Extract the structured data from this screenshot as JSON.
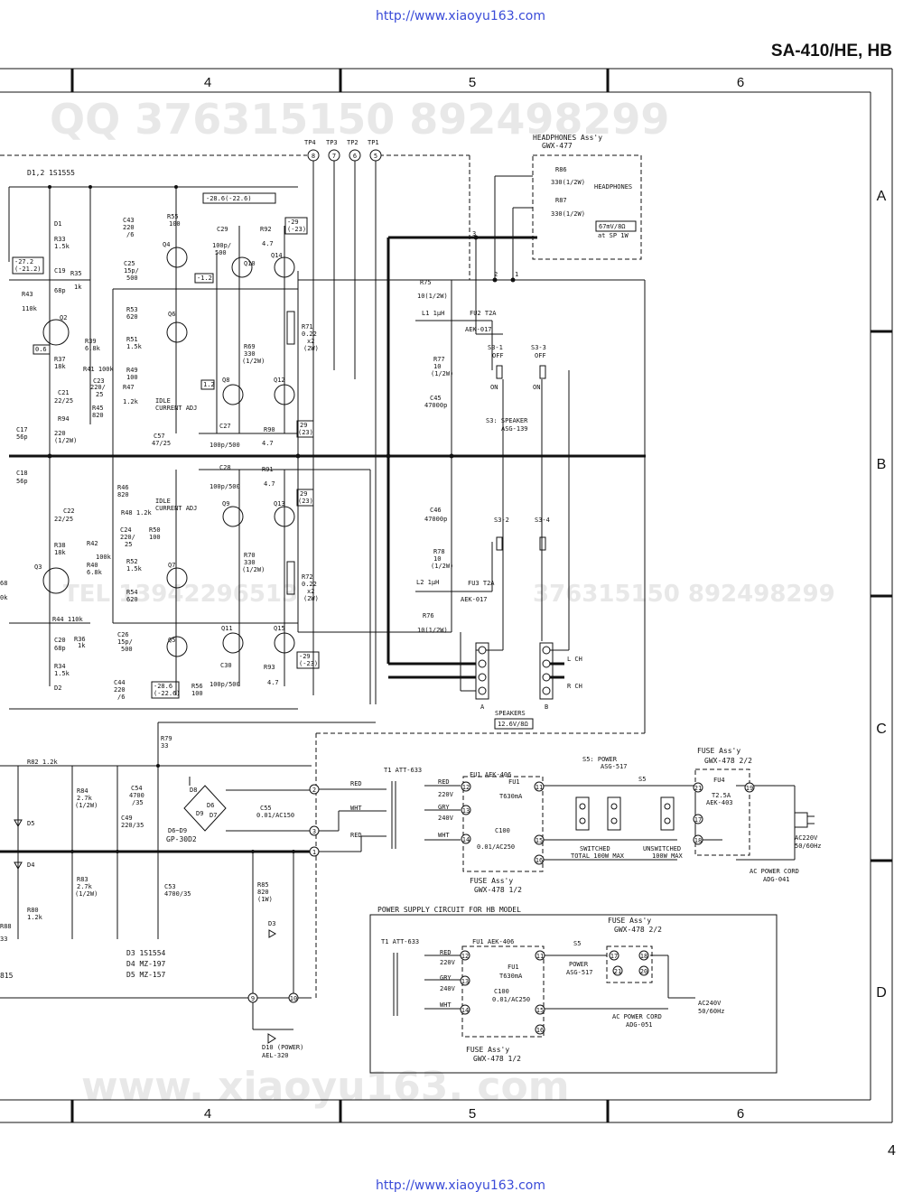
{
  "header": {
    "url_top": "http://www.xiaoyu163.com",
    "url_bottom": "http://www.xiaoyu163.com",
    "model": "SA-410/HE, HB",
    "page_number": "4"
  },
  "watermarks": {
    "qq": "QQ 376315150   892498299",
    "site": "www. xiaoyu163. com",
    "mid_right": "376315150  892498299",
    "mid_left": "TEL 13942296513"
  },
  "zones": {
    "columns": [
      "4",
      "5",
      "6"
    ],
    "rows": [
      "A",
      "B",
      "C",
      "D"
    ]
  },
  "labels": {
    "tp4": "TP4",
    "tp3": "TP3",
    "tp2": "TP2",
    "tp1": "TP1",
    "tp4n": "8",
    "tp3n": "7",
    "tp2n": "6",
    "tp1n": "5",
    "d12": "D1,2 1S1555",
    "headphones_title": "HEADPHONES Ass'y",
    "headphones_part": "GWX-477",
    "r86": "R86",
    "r86v": "330(1/2W)",
    "r87": "R87",
    "r87v": "330(1/2W)",
    "headphones": "HEADPHONES",
    "hp_spec": "67mV/8Ω",
    "hp_spec2": "at SP 1W",
    "d1": "D1",
    "r33": "R33",
    "r33v": "1.5k",
    "c43": "C43",
    "c43v": "220",
    "c43v2": "/6",
    "r55": "R55",
    "r55v": "100",
    "v286": "-28.6(-22.6)",
    "c29": "C29",
    "c29v": "100p/",
    "c29v2": "500",
    "r92": "R92",
    "r92v": "4.7",
    "v29a": "-29",
    "v29b": "(-23)",
    "q4": "Q4",
    "q10": "Q10",
    "q14": "Q14",
    "c25": "C25",
    "c25v": "15p/",
    "c25v2": "500",
    "v12a": "-1.2",
    "v272": "-27.2",
    "v212": "(-21.2)",
    "c19": "C19",
    "c19v": "68p",
    "r35": "R35",
    "r35v": "1k",
    "r43": "R43",
    "r43v": "110k",
    "q2": "Q2",
    "v06": "0.6",
    "r39": "R39",
    "r39v": "6.8k",
    "r37": "R37",
    "r37v": "18k",
    "r53": "R53",
    "r53v": "620",
    "q6": "Q6",
    "r51": "R51",
    "r51v": "1.5k",
    "r49": "R49",
    "r49v": "100",
    "r41": "R41 100k",
    "c23": "C23",
    "c23v": "220/",
    "c23v2": "25",
    "r47": "R47",
    "r47v": "1.2k",
    "c21": "C21",
    "c21v": "22/25",
    "r45": "R45",
    "r45v": "820",
    "idle1": "IDLE",
    "idle1b": "CURRENT ADJ",
    "v12b": "1.2",
    "q8": "Q8",
    "q12": "Q12",
    "r69": "R69",
    "r69v": "330",
    "r69v2": "(1/2W)",
    "r71": "R71",
    "r71v": "0.22",
    "r71v2": "x2",
    "r71v3": "(2W)",
    "c17": "C17",
    "c17v": "56p",
    "r94": "R94",
    "r94v": "220",
    "r94v2": "(1/2W)",
    "c57": "C57",
    "c57v": "47/25",
    "c27": "C27",
    "c27v": "100p/500",
    "r90": "R90",
    "r90v": "4.7",
    "v29c": "29",
    "v29d": "(23)",
    "c18": "C18",
    "c18v": "56p",
    "c28": "C28",
    "c28v": "100p/500",
    "r91": "R91",
    "r91v": "4.7",
    "r46": "R46",
    "r46v": "820",
    "idle2": "IDLE",
    "idle2b": "CURRENT ADJ",
    "c22": "C22",
    "c22v": "22/25",
    "r48": "R48 1.2k",
    "q9": "Q9",
    "q13": "Q13",
    "v29e": "29",
    "v29f": "(23)",
    "r50": "R50",
    "r50v": "100",
    "c24": "C24",
    "c24v": "220/",
    "c24v2": "25",
    "r38": "R38",
    "r38v": "18k",
    "r42": "R42",
    "r42v": "100k",
    "r40": "R40",
    "r40v": "6.8k",
    "r52": "R52",
    "r52v": "1.5k",
    "q7": "Q7",
    "r70": "R70",
    "r70v": "330",
    "r70v2": "(1/2W)",
    "r72": "R72",
    "r72v": "0.22",
    "r72v2": "x2",
    "r72v3": "(2W)",
    "q3": "Q3",
    "r54": "R54",
    "r54v": "620",
    "r44": "R44 110k",
    "c20": "C20",
    "c20v": "68p",
    "r36": "R36",
    "r36v": "1k",
    "c26": "C26",
    "c26v": "15p/",
    "c26v2": "500",
    "q5": "Q5",
    "q11": "Q11",
    "q15": "Q15",
    "v29g": "-29",
    "v29h": "(-23)",
    "r34": "R34",
    "r34v": "1.5k",
    "c30": "C30",
    "c30v": "100p/500",
    "r93": "R93",
    "r93v": "4.7",
    "c44": "C44",
    "c44v": "220",
    "c44v2": "/6",
    "v286b": "-28.6",
    "v226b": "(-22.6)",
    "r56": "R56",
    "r56v": "100",
    "d2": "D2",
    "r75": "R75",
    "r75v": "10(1/2W)",
    "l1": "L1 1μH",
    "fu2": "FU2 T2A",
    "aek017a": "AEK-017",
    "r77": "R77",
    "r77v": "10",
    "r77v2": "(1/2W)",
    "c45": "C45",
    "c45v": "47000p",
    "s31": "S3-1",
    "s31off": "OFF",
    "s31on": "ON",
    "s33": "S3-3",
    "s33off": "OFF",
    "s33on": "ON",
    "s3": "S3: SPEAKER",
    "s3p": "ASG-139",
    "c46": "C46",
    "c46v": "47000p",
    "s32": "S3-2",
    "s34": "S3-4",
    "r78": "R78",
    "r78v": "10",
    "r78v2": "(1/2W)",
    "l2": "L2 1μH",
    "fu3": "FU3 T2A",
    "aek017b": "AEK-017",
    "r76": "R76",
    "r76v": "10(1/2W)",
    "lch": "L CH",
    "rch": "R CH",
    "spa": "A",
    "spb": "B",
    "speakers": "SPEAKERS",
    "sp_spec": "12.6V/8Ω",
    "hpn3": "3",
    "hpn2": "2",
    "hpn1": "1",
    "r79": "R79",
    "r79v": "33",
    "r82": "R82 1.2k",
    "r84": "R84",
    "r84v": "2.7k",
    "r84v2": "(1/2W)",
    "c54": "C54",
    "c54v": "4700",
    "c54v2": "/35",
    "c49": "C49",
    "c49v": "220/35",
    "d5": "D5",
    "d8": "D8",
    "d6": "D6",
    "d9": "D9",
    "d7": "D7",
    "d69": "D6~D9",
    "gp30d2": "GP-30D2",
    "c55": "C55",
    "c55v": "0.01/AC150",
    "d4": "D4",
    "r83": "R83",
    "r83v": "2.7k",
    "r83v2": "(1/2W)",
    "c53": "C53",
    "c53v": "4700/35",
    "r80": "R80",
    "r80v": "1.2k",
    "r85": "R85",
    "r85v": "820",
    "r85v2": "(1W)",
    "d3": "D3",
    "d3p": "D3 1S1554",
    "d4p": "D4 MZ-197",
    "d5p": "D5 MZ-157",
    "d10": "D10 (POWER)",
    "d10p": "AEL-320",
    "n2": "2",
    "n3": "3",
    "n1": "1",
    "n9": "9",
    "n10": "10",
    "t1": "T1 ATT-633",
    "red1": "RED",
    "wht1": "WHT",
    "red2": "RED",
    "fu1": "FU1 AEK-406",
    "fu1b": "FU1",
    "t630": "T630mA",
    "v220": "220V",
    "v240": "240V",
    "gry": "GRY",
    "wht2": "WHT",
    "red3": "RED",
    "c100": "C100",
    "c100v": "0.01/AC250",
    "n12": "12",
    "n11": "11",
    "n13": "13",
    "n14": "14",
    "n15": "15",
    "n16": "16",
    "fuse_assy_a": "FUSE Ass'y",
    "fuse_assy_a2": "GWX-478 1/2",
    "s5": "S5: POWER",
    "s5p": "ASG-517",
    "s5b": "S5",
    "switched": "SWITCHED",
    "switched2": "TOTAL 100W MAX",
    "unswitched": "UNSWITCHED",
    "unswitched2": "100W MAX",
    "fuse_assy_b": "FUSE Ass'y",
    "fuse_assy_b2": "GWX-478 2/2",
    "fu4": "FU4",
    "fu4v": "T2.5A",
    "fu4p": "AEK-403",
    "n21": "21",
    "n19": "19",
    "n17": "17",
    "n18": "18",
    "n20": "20",
    "ac220": "AC220V",
    "ac220b": "50/60Hz",
    "accord": "AC POWER CORD",
    "accordp": "ADG-041",
    "hb_title": "POWER SUPPLY CIRCUIT FOR HB MODEL",
    "hb_t1": "T1 ATT-633",
    "hb_fu1": "FU1 AEK-406",
    "hb_fuse": "FUSE Ass'y",
    "hb_fuse2": "GWX-478 2/2",
    "hb_red": "RED",
    "hb_220": "220V",
    "hb_gry": "GRY",
    "hb_240": "240V",
    "hb_wht": "WHT",
    "hb_fu1b": "FU1",
    "hb_t630": "T630mA",
    "hb_c100": "C100",
    "hb_c100v": "0.01/AC250",
    "hb_s5": "S5",
    "hb_power": "POWER",
    "hb_asg": "ASG-517",
    "hb_ac": "AC240V",
    "hb_ac2": "50/60Hz",
    "hb_cord": "AC POWER CORD",
    "hb_cordp": "ADG-051",
    "hb_fuse_b": "FUSE Ass'y",
    "hb_fuse_b2": "GWX-478 1/2",
    "hb_n12": "12",
    "hb_n11": "11",
    "hb_n13": "13",
    "hb_n14": "14",
    "hb_n15": "15",
    "hb_n16": "16",
    "hb_n17": "17",
    "hb_n18": "18",
    "hb_n20": "20",
    "hb_n21": "21",
    "r88": "R88",
    "r88v": "33",
    "d815": "815",
    "k68": "68",
    "k0k": "0k"
  }
}
